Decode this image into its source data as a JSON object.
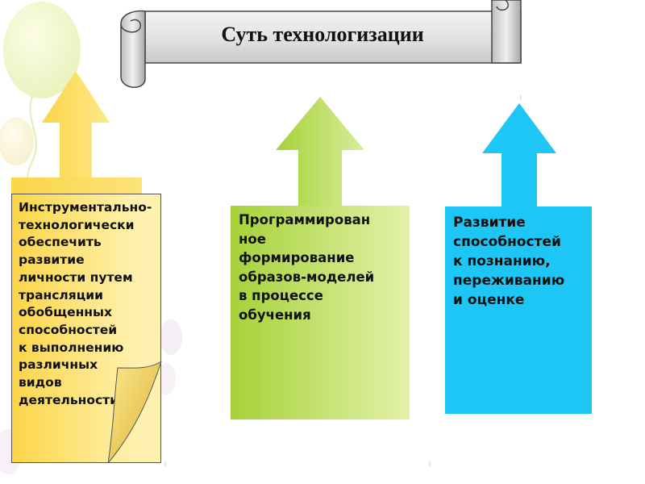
{
  "title": "Суть технологизации",
  "boxes": [
    {
      "text": "Инструментально-\nтехнологически\n обеспечить\nразвитие\nличности путем\nтрансляции\nобобщенных\nспособностей\n к выполнению\nразличных\nвидов\nдеятельности",
      "color": "#fbd548"
    },
    {
      "text": "Программирован\nное\nформирование\nобразов-моделей\nв процессе\nобучения",
      "color": "#a6d23a"
    },
    {
      "text": "Развитие\nспособностей\nк познанию,\nпереживанию\nи оценке",
      "color": "#1ec6f5"
    }
  ]
}
